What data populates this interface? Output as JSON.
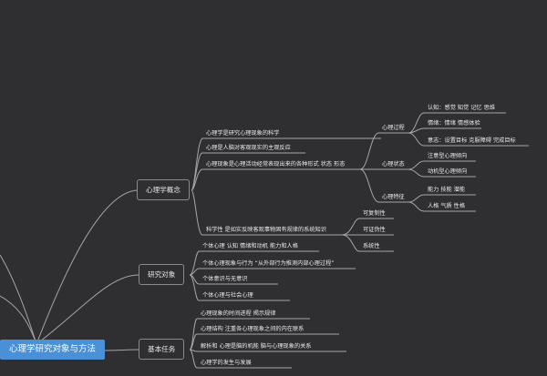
{
  "root": {
    "label": "心理学研究对象与方法"
  },
  "branches": {
    "concept": "心理学概念",
    "object": "研究对象",
    "task": "基本任务"
  },
  "concept": {
    "items": [
      "心理学是研究心理现象的科学",
      "心理是人脑对客观现实的主观反应",
      "心理现象是心理活动经常表现出来的各种形式 状态 形态",
      "科学性 是如实反映客观事物固有规律的系统知识"
    ],
    "phenomena": {
      "process": "心理过程",
      "state": "心理状态",
      "trait": "心理特征"
    },
    "process_items": [
      "认知：感觉 知觉 记忆 思维",
      "情绪：情绪 情感体验",
      "意志：设置目标 克服障碍 完成目标"
    ],
    "state_items": [
      "注意型心理倾向",
      "动机型心理倾向"
    ],
    "trait_items": [
      "能力 技能 潜能",
      "人格 气质 性格"
    ],
    "science_items": [
      "可复制性",
      "可证伪性",
      "系统性"
    ]
  },
  "object": {
    "items": [
      "个体心理 认知 情绪和动机 能力和人格",
      "个体心理现象与行为 “从外部行为推测内部心理过程”",
      "个体意识与无意识",
      "个体心理与社会心理"
    ]
  },
  "task": {
    "items": [
      "心理现象的时间进程 揭示规律",
      "心理结构 注重各心理现象之间的内在联系",
      "解析和 心理是脑的机能 脑与心理现象的关系",
      "心理学的发生与发展"
    ]
  }
}
